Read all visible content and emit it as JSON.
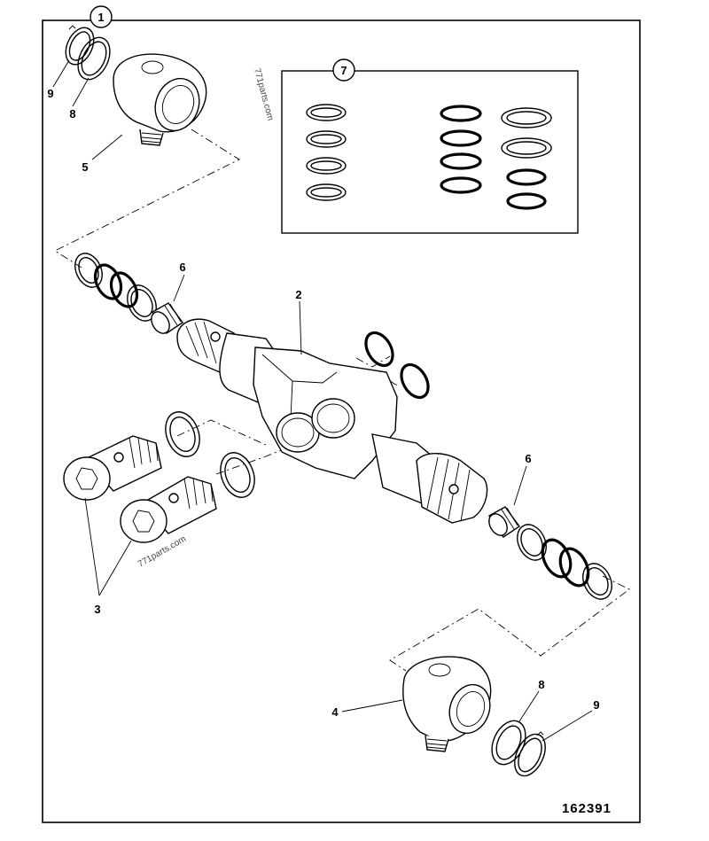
{
  "diagram": {
    "figure_code": "162391",
    "watermarks": [
      "771parts.com",
      "771parts.com"
    ],
    "callouts": {
      "c1": "1",
      "c7": "7",
      "c2": "2",
      "c3": "3",
      "c4": "4",
      "c5": "5",
      "c6a": "6",
      "c6b": "6",
      "c8a": "8",
      "c8b": "8",
      "c9a": "9",
      "c9b": "9"
    }
  }
}
